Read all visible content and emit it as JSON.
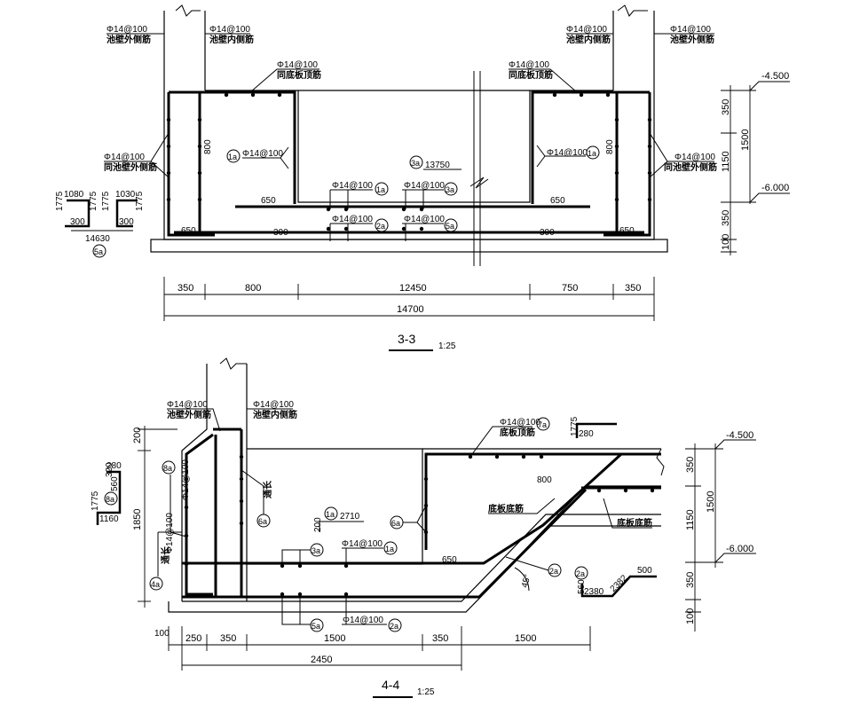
{
  "rebar": {
    "s14": "Φ14@100",
    "outer_side": "池壁外侧筋",
    "inner_side": "池壁内侧筋",
    "same_top": "同底板顶筋",
    "same_outer": "同池壁外侧筋",
    "bottom_top": "底板顶筋",
    "bottom_bottom": "底板底筋",
    "through": "通长"
  },
  "marks": {
    "m1": "1a",
    "m2": "2a",
    "m3": "3a",
    "m4": "4a",
    "m5": "5a",
    "m6": "6a",
    "m7": "7a",
    "m8": "8a"
  },
  "sec33": {
    "title": "3-3",
    "scale": "1:25",
    "dims": [
      "350",
      "800",
      "12450",
      "750",
      "350"
    ],
    "total": "14700",
    "v_dims": [
      "350",
      "1150",
      "350",
      "100"
    ],
    "v_total": "1500",
    "elev_top": "-4.500",
    "elev_bot": "-6.000",
    "len_800": "800",
    "len_650": "650",
    "len_300": "300",
    "len_13750": "13750",
    "bar5": {
      "w1": "1080",
      "w2": "1030",
      "h": "1775",
      "hook": "300",
      "total": "14630"
    }
  },
  "sec44": {
    "title": "4-4",
    "scale": "1:25",
    "dims": [
      "100",
      "250",
      "350",
      "1500",
      "350",
      "1500"
    ],
    "total": "2450",
    "v_dims": [
      "350",
      "1150",
      "350",
      "100"
    ],
    "v_total": "1500",
    "left_dims": [
      "200",
      "1850"
    ],
    "elev_top": "-4.500",
    "elev_bot": "-6.000",
    "len_800": "800",
    "len_650": "650",
    "len_2710": "2710",
    "len_200": "200",
    "angle": "45°",
    "bar7": {
      "h": "1775",
      "w": "280"
    },
    "bar8": {
      "a": "320",
      "b": "280",
      "c": "560",
      "h": "1775",
      "w": "1160"
    },
    "bar2": {
      "a": "560",
      "b": "2380",
      "c": "2382",
      "d": "500"
    }
  }
}
